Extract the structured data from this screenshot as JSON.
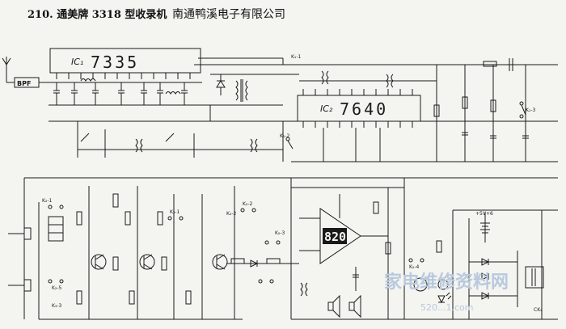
{
  "header": {
    "title": "210. 通美牌 3318 型收录机",
    "maker": "南通鸭溪电子有限公司"
  },
  "ics": {
    "ic1_tag": "IC₁",
    "ic1_part": "7335",
    "ic2_tag": "IC₂",
    "ic2_part": "7640",
    "ic3_part": "820"
  },
  "blocks": {
    "bpf": "BPF"
  },
  "switch_labels": {
    "k1_1": "K₁-1",
    "k1_2": "K₁-2",
    "k1_3": "K₁-3",
    "k2_1": "K₂-1",
    "k2_2": "K₂-2",
    "k2_3": "K₂-3",
    "k2_4": "K₂-4",
    "k2_5": "K₂-5",
    "k3_1": "K₃-1",
    "k3_2": "K₃-2",
    "k3_3": "K₃-3",
    "ck2": "CK₂"
  },
  "supply": {
    "label": "+5V+6"
  },
  "watermark": {
    "text": "家电维修资料网",
    "url": "520...1.com"
  },
  "colors": {
    "ink": "#1a1a1a",
    "paper": "#f4f4f0",
    "watermark": "#b9c9dd"
  }
}
